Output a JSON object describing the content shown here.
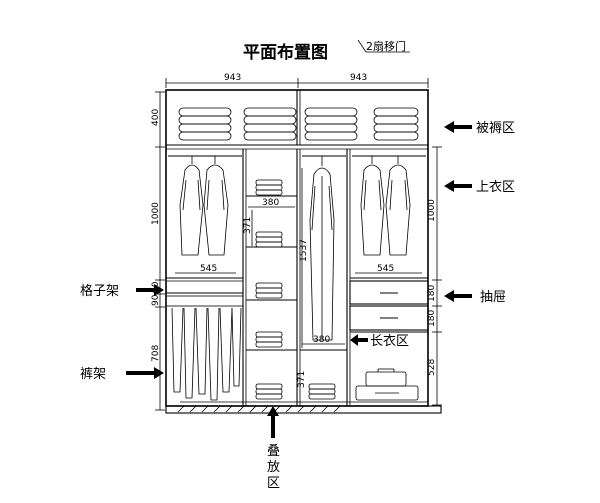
{
  "title": "平面布置图",
  "subtitle": "2扇移门",
  "dimensions": {
    "top_left_width": "943",
    "top_right_width": "943",
    "quilt_height": "400",
    "upper_left_height": "1000",
    "upper_right_height": "1000",
    "shelf_depth_left": "545",
    "shelf_depth_right": "545",
    "shelf_width_top": "380",
    "shelf_width_bottom": "380",
    "center_height_a": "371",
    "center_height_b": "371",
    "long_hang_height": "1537",
    "rack_height_a": "90",
    "rack_height_b": "90",
    "pants_height": "708",
    "drawer_height_a": "180",
    "drawer_height_b": "180",
    "bottom_right_height": "528"
  },
  "labels": {
    "quilt_zone": "被褥区",
    "upper_clothes_zone": "上衣区",
    "drawer_zone": "抽屉",
    "long_clothes_zone": "长衣区",
    "grid_rack": "格子架",
    "pants_rack": "裤架",
    "folding_zone_line1": "叠",
    "folding_zone_line2": "放",
    "folding_zone_line3": "区"
  },
  "icons": [
    "arrow-left-icon",
    "arrow-right-icon",
    "arrow-up-icon"
  ]
}
